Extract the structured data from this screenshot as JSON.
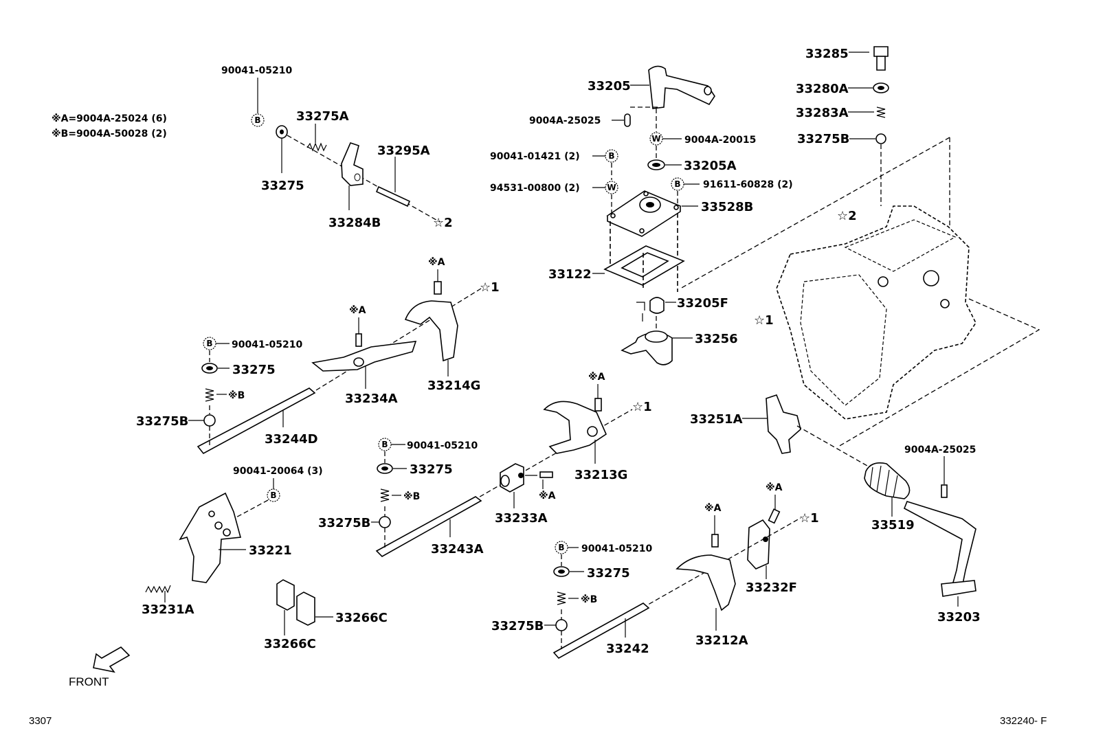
{
  "notes": {
    "a": "※A=9004A-25024 (6)",
    "b": "※B=9004A-50028 (2)"
  },
  "labels": {
    "p90041_05210_top": "90041-05210",
    "p33275A": "33275A",
    "p33275_top": "33275",
    "p33295A": "33295A",
    "p33284B": "33284B",
    "star2_left": "☆2",
    "p33205": "33205",
    "p9004A_25025_top": "9004A-25025",
    "p9004A_20015": "9004A-20015",
    "p90041_01421": "90041-01421 (2)",
    "p33205A": "33205A",
    "p94531_00800": "94531-00800 (2)",
    "p91611_60828": "91611-60828 (2)",
    "p33528B": "33528B",
    "p33122": "33122",
    "p33205F": "33205F",
    "p33256": "33256",
    "p33285": "33285",
    "p33280A": "33280A",
    "p33283A": "33283A",
    "p33275B_top": "33275B",
    "star2_right": "☆2",
    "star1_case": "☆1",
    "noteA_1": "※A",
    "star1_a": "☆1",
    "noteA_2": "※A",
    "p90041_05210_l": "90041-05210",
    "p33275_l": "33275",
    "noteB_l": "※B",
    "p33275B_l": "33275B",
    "p33234A": "33234A",
    "p33214G": "33214G",
    "p33244D": "33244D",
    "noteA_3": "※A",
    "star1_b": "☆1",
    "p90041_05210_m": "90041-05210",
    "p33275_m": "33275",
    "noteB_m": "※B",
    "p33275B_m": "33275B",
    "p33213G": "33213G",
    "noteA_4": "※A",
    "p33233A": "33233A",
    "p33243A": "33243A",
    "p90041_20064": "90041-20064 (3)",
    "p33221": "33221",
    "p33231A": "33231A",
    "p33266C_r": "33266C",
    "p33266C_b": "33266C",
    "p33251A": "33251A",
    "p9004A_25025_r": "9004A-25025",
    "p33519": "33519",
    "p33203": "33203",
    "noteA_5": "※A",
    "noteA_6": "※A",
    "star1_c": "☆1",
    "p33232F": "33232F",
    "p33212A": "33212A",
    "p90041_05210_b": "90041-05210",
    "p33275_b": "33275",
    "noteB_b": "※B",
    "p33275B_b": "33275B",
    "p33242": "33242",
    "front": "FRONT"
  },
  "badges": {
    "bolt": "B",
    "washer": "W"
  },
  "footer": {
    "left": "3307",
    "right": "332240- F"
  },
  "icons": [
    "front-arrow-icon"
  ]
}
